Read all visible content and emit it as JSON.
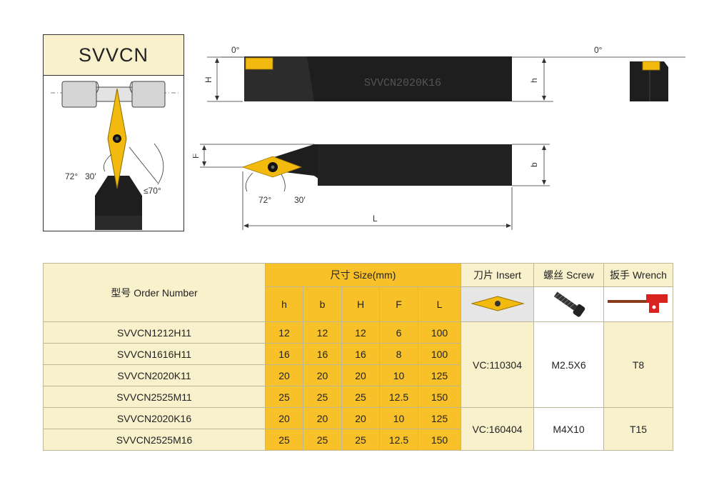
{
  "product": {
    "title": "SVVCN"
  },
  "left_diagram": {
    "angle_72": "72°",
    "angle_30": "30′",
    "angle_70": "≤70°"
  },
  "drawing": {
    "top_view": {
      "angle_left": "0°",
      "angle_right": "0°",
      "label_H": "H",
      "label_h": "h",
      "engraving": "SVVCN2020K16"
    },
    "side_view": {
      "label_F": "F",
      "label_b": "b",
      "label_L": "L",
      "angle_72": "72°",
      "angle_30": "30′"
    }
  },
  "table": {
    "header_order": "型号 Order Number",
    "header_size": "尺寸 Size(mm)",
    "header_insert": "刀片 Insert",
    "header_screw": "螺丝 Screw",
    "header_wrench": "扳手 Wrench",
    "size_cols": [
      "h",
      "b",
      "H",
      "F",
      "L"
    ],
    "rows": [
      {
        "order": "SVVCN1212H11",
        "h": "12",
        "b": "12",
        "H": "12",
        "F": "6",
        "L": "100"
      },
      {
        "order": "SVVCN1616H11",
        "h": "16",
        "b": "16",
        "H": "16",
        "F": "8",
        "L": "100"
      },
      {
        "order": "SVVCN2020K11",
        "h": "20",
        "b": "20",
        "H": "20",
        "F": "10",
        "L": "125"
      },
      {
        "order": "SVVCN2525M11",
        "h": "25",
        "b": "25",
        "H": "25",
        "F": "12.5",
        "L": "150"
      },
      {
        "order": "SVVCN2020K16",
        "h": "20",
        "b": "20",
        "H": "20",
        "F": "10",
        "L": "125"
      },
      {
        "order": "SVVCN2525M16",
        "h": "25",
        "b": "25",
        "H": "25",
        "F": "12.5",
        "L": "150"
      }
    ],
    "groups": [
      {
        "insert": "VC:110304",
        "screw": "M2.5X6",
        "wrench": "T8"
      },
      {
        "insert": "VC:160404",
        "screw": "M4X10",
        "wrench": "T15"
      }
    ]
  },
  "colors": {
    "accent_yellow": "#f8c12a",
    "cream": "#f8f1cc",
    "tool_black": "#1e1e1e",
    "insert_gold": "#f2b90f"
  }
}
